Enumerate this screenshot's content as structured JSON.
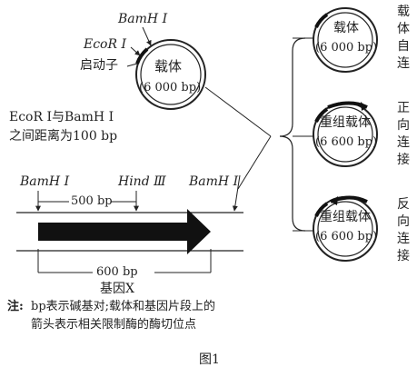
{
  "plasmid": {
    "enzyme_bam": "BamH Ⅰ",
    "enzyme_eco": "EcoR Ⅰ",
    "promoter": "启动子",
    "name": "载体",
    "size": "(6 000 bp)",
    "distance_line1": "EcoR Ⅰ与BamH Ⅰ",
    "distance_line2": "之间距离为100 bp"
  },
  "gene": {
    "site_left": "BamH Ⅰ",
    "site_mid": "Hind Ⅲ",
    "site_right": "BamH Ⅰ",
    "span_500": "500 bp",
    "span_600": "600 bp",
    "name": "基因X"
  },
  "results": [
    {
      "name": "载体",
      "size": "(6 000 bp)",
      "desc": "载体自连"
    },
    {
      "name": "重组载体",
      "size": "(6 600 bp)",
      "desc": "正向连接"
    },
    {
      "name": "重组载体",
      "size": "(6 600 bp)",
      "desc": "反向连接"
    }
  ],
  "note": {
    "label": "注:",
    "line1": "bp表示碱基对;载体和基因片段上的",
    "line2": "箭头表示相关限制酶的酶切位点"
  },
  "figure_caption": "图1"
}
